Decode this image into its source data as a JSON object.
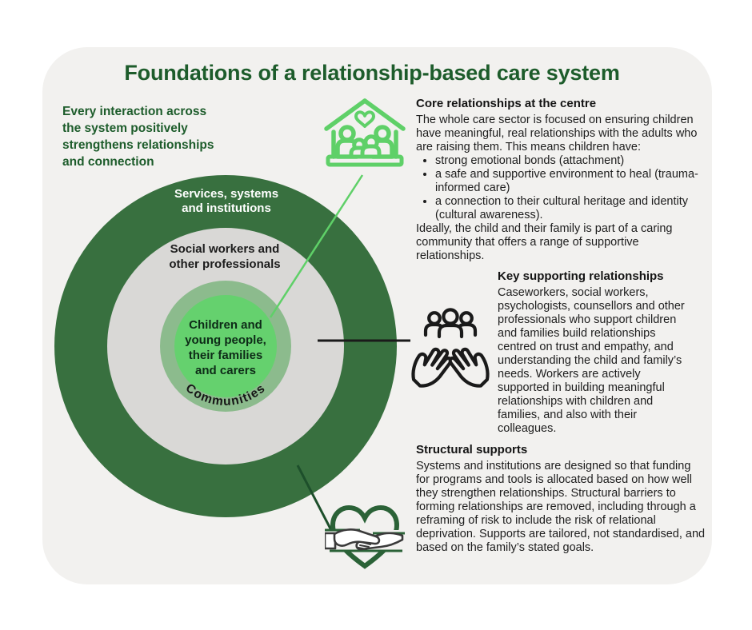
{
  "page": {
    "title": "Foundations of a relationship-based care system",
    "intro": "Every interaction across\nthe system positively\nstrengthens relationships\nand connection"
  },
  "diagram": {
    "ring_services_label": "Services, systems\nand institutions",
    "ring_social_label": "Social workers and\nother professionals",
    "ring_communities_label": "Communities",
    "center_label": "Children and\nyoung people,\ntheir families\nand carers",
    "colors": {
      "outer_ring": "#38703f",
      "professionals_ring": "#d9d8d6",
      "communities_ring": "#8cbb8d",
      "center_circle": "#65d16e",
      "connector_green": "#5fd068",
      "connector_dark": "#1a1a1a",
      "connector_outer": "#1d4f2b",
      "icon_green": "#5fd068",
      "icon_dark_green": "#2b6237"
    }
  },
  "sections": {
    "core": {
      "icon": "house-family-heart-icon",
      "heading": "Core relationships at the centre",
      "lead": "The whole care sector is focused on ensuring children have meaningful, real relationships with the adults who are raising them. This means children have:",
      "bullets": [
        "strong emotional bonds (attachment)",
        "a safe and supportive environment to heal (trauma-informed care)",
        "a connection to their cultural heritage and identity (cultural awareness)."
      ],
      "outro": "Ideally, the child and their family is part of a caring community that offers a range of supportive relationships."
    },
    "key": {
      "icon": "hands-holding-people-icon",
      "heading": "Key supporting relationships",
      "body": "Caseworkers, social workers, psychologists, counsellors and other professionals who support children and families build relationships centred on trust and empathy, and understanding the child and family’s needs. Workers are actively supported in building meaningful relationships with children and families, and also with their colleagues."
    },
    "structural": {
      "icon": "heart-handshake-icon",
      "heading": "Structural supports",
      "body": "Systems and institutions are designed so that funding for programs and tools is allocated based on how well they strengthen relationships. Structural barriers to forming relationships are removed, including through a reframing of risk to include the risk of relational deprivation. Supports are tailored, not standardised, and based on the family’s stated goals."
    }
  }
}
